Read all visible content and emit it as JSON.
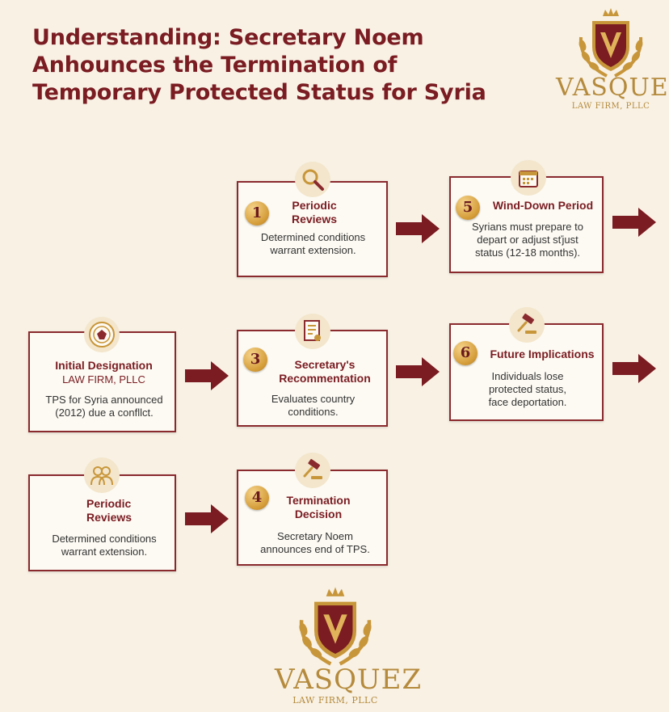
{
  "title": "Understanding: Secretary Noem Anhounces the Termination of Temporary Protected Status for Syria",
  "logo": {
    "brand": "VASQUEZ",
    "sub": "LAW FIRM, PLLC"
  },
  "steps": [
    {
      "number": "1",
      "title": "Periodic Reviews",
      "description": "Determined conditions warrant extension.",
      "icon": "magnifier-icon"
    },
    {
      "number": "5",
      "title": "Wind-Down Period",
      "description": "Syrians must prepare to depart or adjust sťjust status (12-18 months).",
      "icon": "calendar-icon"
    },
    {
      "number": "",
      "title": "Initial Designation",
      "subtitle": "LAW FIRM, PLLC",
      "description": "TPS for Syria announced (2012) due a confllct.",
      "icon": "seal-icon"
    },
    {
      "number": "3",
      "title": "Secretary's Recommentation",
      "description": "Evaluates country conditions.",
      "icon": "document-icon"
    },
    {
      "number": "6",
      "title": "Future Implications",
      "description": "Individuals lose protected status, face deportation.",
      "icon": "gavel-icon"
    },
    {
      "number": "",
      "title": "Periodic Reviews",
      "description": "Determined conditions warrant extension.",
      "icon": "people-icon"
    },
    {
      "number": "4",
      "title": "Termination Decision",
      "description": "Secretary Noem announces end of TPS.",
      "icon": "gavel-icon"
    }
  ],
  "colors": {
    "accent": "#7a1c22",
    "gold": "#c8963a",
    "background": "#f8f1e4"
  }
}
